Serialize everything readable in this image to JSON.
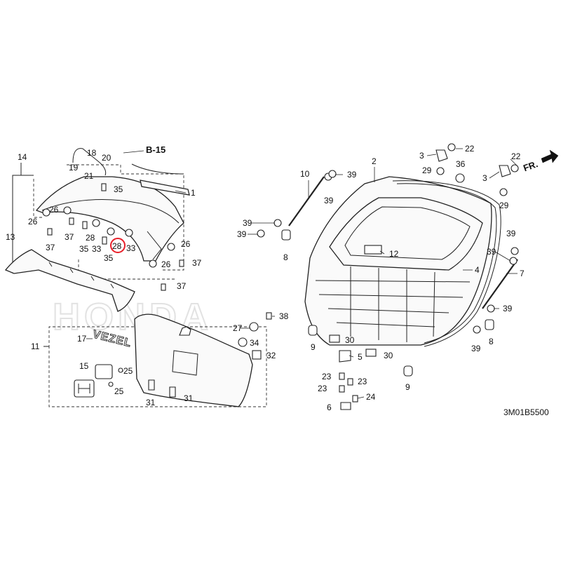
{
  "watermark": "HONDA",
  "catalog_code": "3M01B5500",
  "ref_section": "B-15",
  "direction_label": "FR.",
  "highlight_color": "#e8202a",
  "emblem_text": "VEZEL",
  "highlighted_callout": "28",
  "callouts": {
    "c1": "1",
    "c2": "2",
    "c3a": "3",
    "c3b": "3",
    "c4": "4",
    "c5": "5",
    "c6": "6",
    "c7": "7",
    "c8a": "8",
    "c8b": "8",
    "c9a": "9",
    "c9b": "9",
    "c10": "10",
    "c11": "11",
    "c12": "12",
    "c13": "13",
    "c14": "14",
    "c15": "15",
    "c17": "17",
    "c18": "18",
    "c19": "19",
    "c20": "20",
    "c21": "21",
    "c22a": "22",
    "c22b": "22",
    "c23a": "23",
    "c23b": "23",
    "c23c": "23",
    "c24": "24",
    "c25a": "25",
    "c25b": "25",
    "c26a": "26",
    "c26b": "26",
    "c26c": "26",
    "c26d": "26",
    "c27": "27",
    "c28a": "28",
    "c28b": "28",
    "c29a": "29",
    "c29b": "29",
    "c30a": "30",
    "c30b": "30",
    "c31a": "31",
    "c31b": "31",
    "c32": "32",
    "c33a": "33",
    "c33b": "33",
    "c34": "34",
    "c35a": "35",
    "c35b": "35",
    "c35c": "35",
    "c36": "36",
    "c37a": "37",
    "c37b": "37",
    "c37c": "37",
    "c37d": "37",
    "c38": "38",
    "c39a": "39",
    "c39b": "39",
    "c39c": "39",
    "c39d": "39",
    "c39e": "39",
    "c39f": "39",
    "c39g": "39",
    "c39h": "39"
  }
}
